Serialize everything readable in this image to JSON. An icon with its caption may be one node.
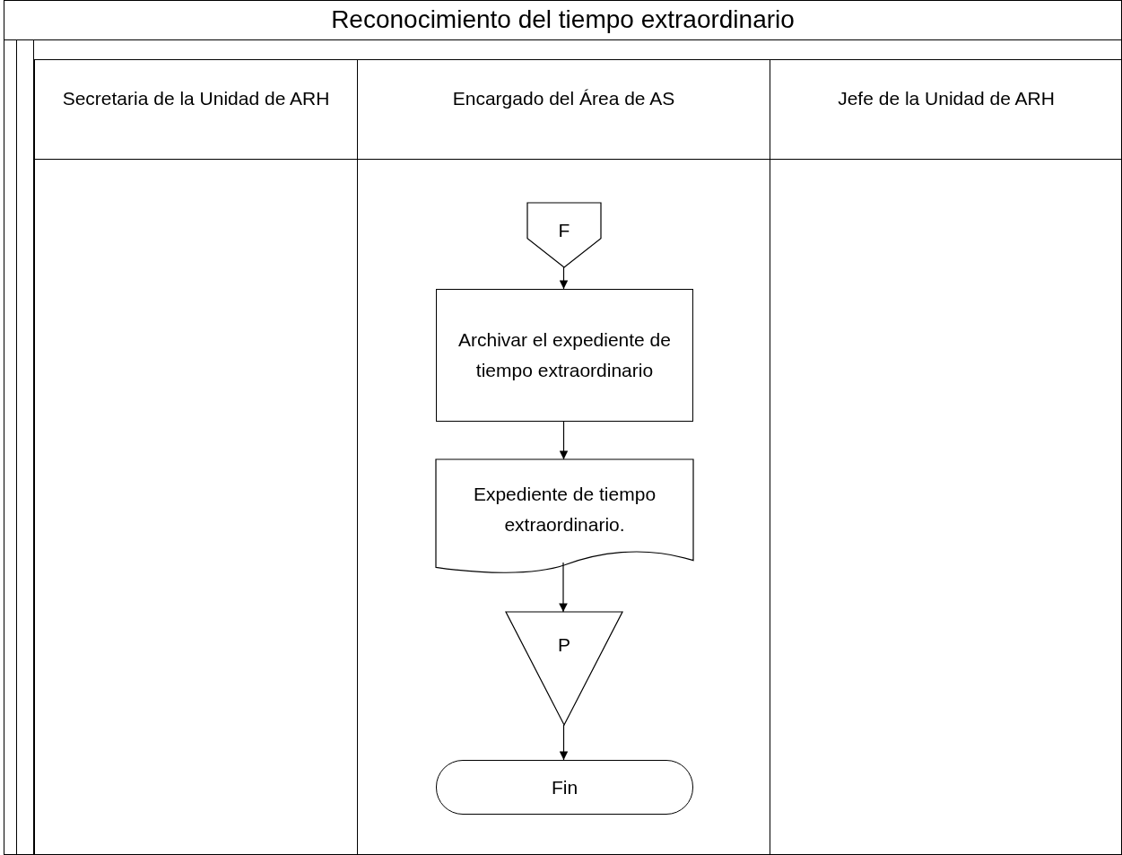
{
  "diagram": {
    "title": "Reconocimiento del tiempo extraordinario",
    "nodes": [
      {
        "text": [
          "Secretaria de la Unidad de ARH"
        ]
      },
      {
        "text": [
          "Encargado del Área de AS"
        ]
      },
      {
        "text": [
          "Jefe de la Unidad de ARH"
        ]
      },
      {
        "text": [
          "F"
        ],
        "in": 1
      },
      {
        "text": [
          "Archivar el expediente de tiempo extraordinario"
        ],
        "in": 1
      },
      {
        "text": [
          "Expediente de tiempo extraordinario."
        ],
        "in": 1
      },
      {
        "text": [
          "P"
        ],
        "in": 1
      },
      {
        "text": [
          "Fin"
        ],
        "in": 1
      }
    ],
    "edges": [
      {
        "from": 3,
        "to": 4,
        "arrow": "to"
      },
      {
        "from": 4,
        "to": 5,
        "arrow": "to"
      },
      {
        "from": 5,
        "to": 6,
        "arrow": "to"
      },
      {
        "from": 6,
        "to": 7,
        "arrow": "to"
      }
    ]
  }
}
